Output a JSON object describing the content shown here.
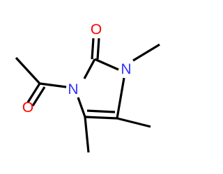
{
  "molecule": {
    "atoms": {
      "n1": "N",
      "n3": "N",
      "o_ring": "O",
      "o_acetyl": "O"
    },
    "colors": {
      "nitrogen": "#3232ff",
      "oxygen": "#ff0000",
      "bond": "#000000"
    }
  }
}
